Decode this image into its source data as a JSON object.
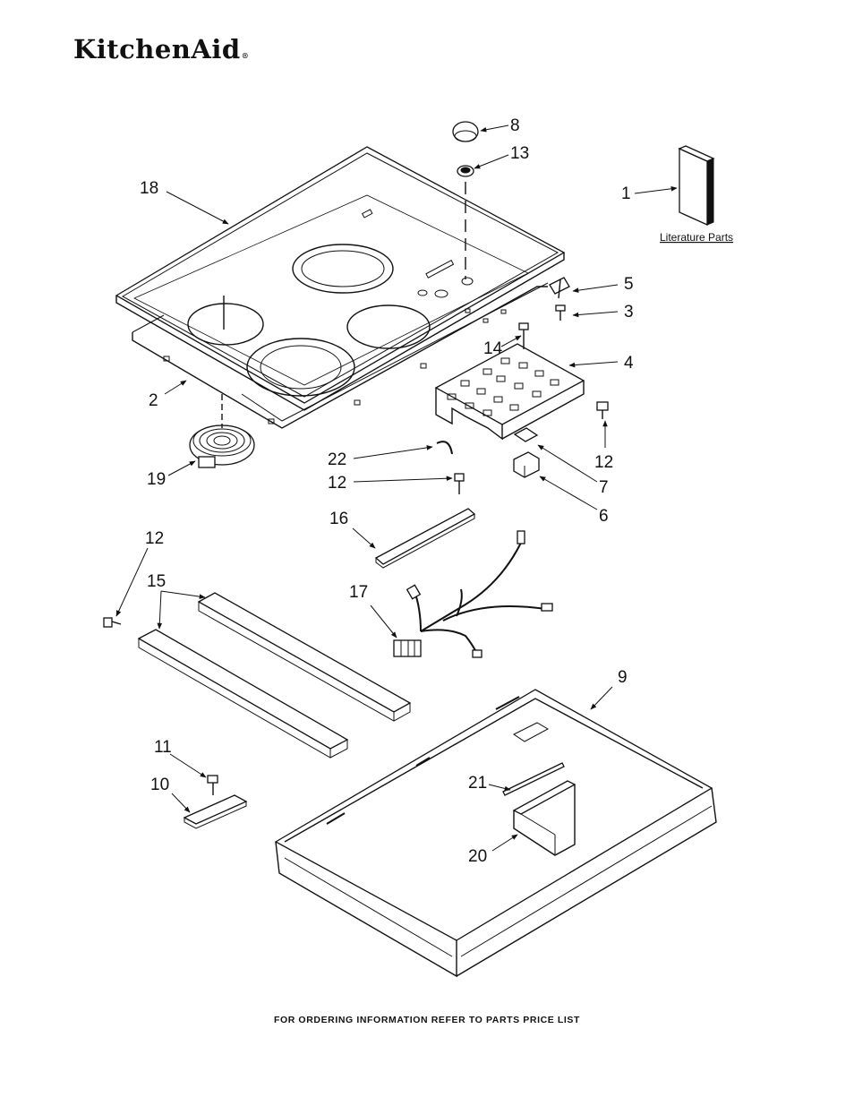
{
  "brand": {
    "name": "KitchenAid",
    "registered_mark": "®"
  },
  "footer_text": "FOR ORDERING INFORMATION REFER TO PARTS PRICE LIST",
  "literature_label": "Literature Parts",
  "callouts": {
    "c1": "1",
    "c2": "2",
    "c3": "3",
    "c4": "4",
    "c5": "5",
    "c6": "6",
    "c7": "7",
    "c8": "8",
    "c9": "9",
    "c10": "10",
    "c11": "11",
    "c12a": "12",
    "c12b": "12",
    "c12c": "12",
    "c13": "13",
    "c14": "14",
    "c15": "15",
    "c16": "16",
    "c17": "17",
    "c18": "18",
    "c19": "19",
    "c20": "20",
    "c21": "21",
    "c22": "22"
  }
}
